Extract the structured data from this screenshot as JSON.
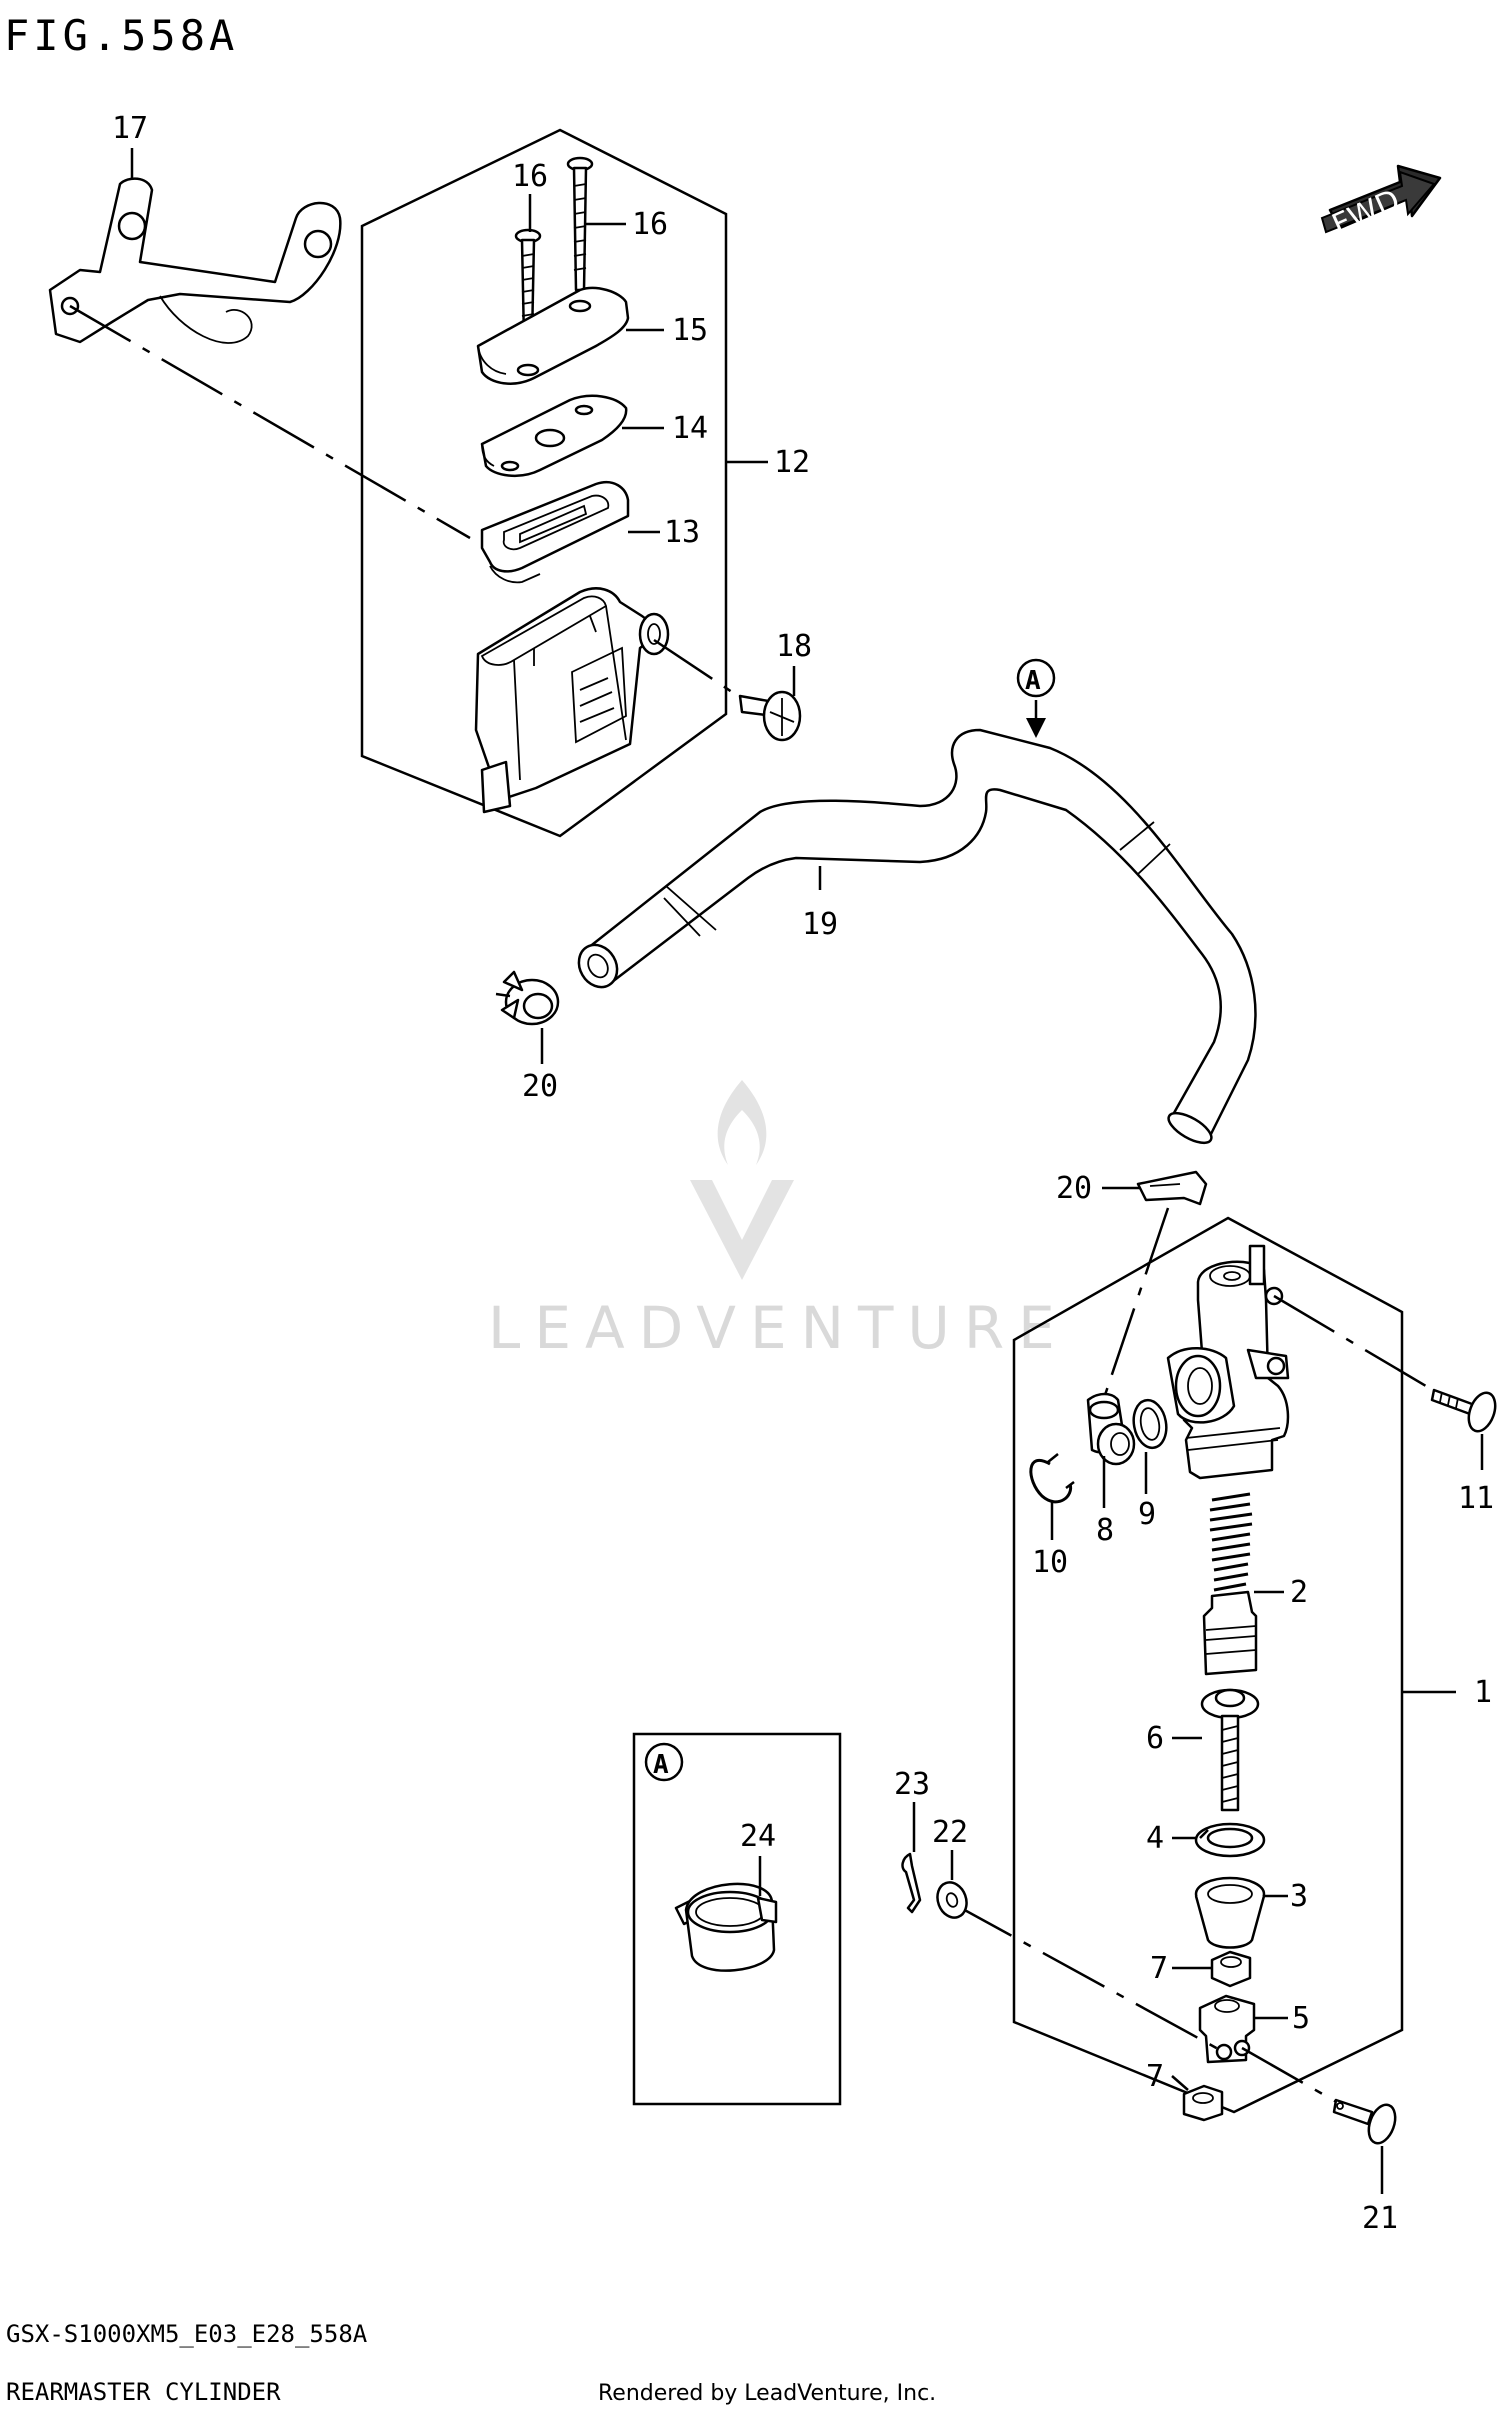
{
  "figure": {
    "title": "FIG.558A"
  },
  "watermark": {
    "brand": "LEADVENTURE"
  },
  "fwd_badge": {
    "text": "FWD"
  },
  "detail_marker": {
    "letter": "A"
  },
  "callouts": {
    "p1": "1",
    "p2": "2",
    "p3": "3",
    "p4": "4",
    "p5": "5",
    "p6": "6",
    "p7a": "7",
    "p7b": "7",
    "p8": "8",
    "p9": "9",
    "p10": "10",
    "p11": "11",
    "p12": "12",
    "p13": "13",
    "p14": "14",
    "p15": "15",
    "p16a": "16",
    "p16b": "16",
    "p17": "17",
    "p18": "18",
    "p19": "19",
    "p20a": "20",
    "p20b": "20",
    "p21": "21",
    "p22": "22",
    "p23": "23",
    "p24": "24"
  },
  "footer": {
    "model_code": "GSX-S1000XM5_E03_E28_558A",
    "diagram_name": "REARMASTER CYLINDER",
    "rendered_by": "Rendered by LeadVenture, Inc."
  }
}
